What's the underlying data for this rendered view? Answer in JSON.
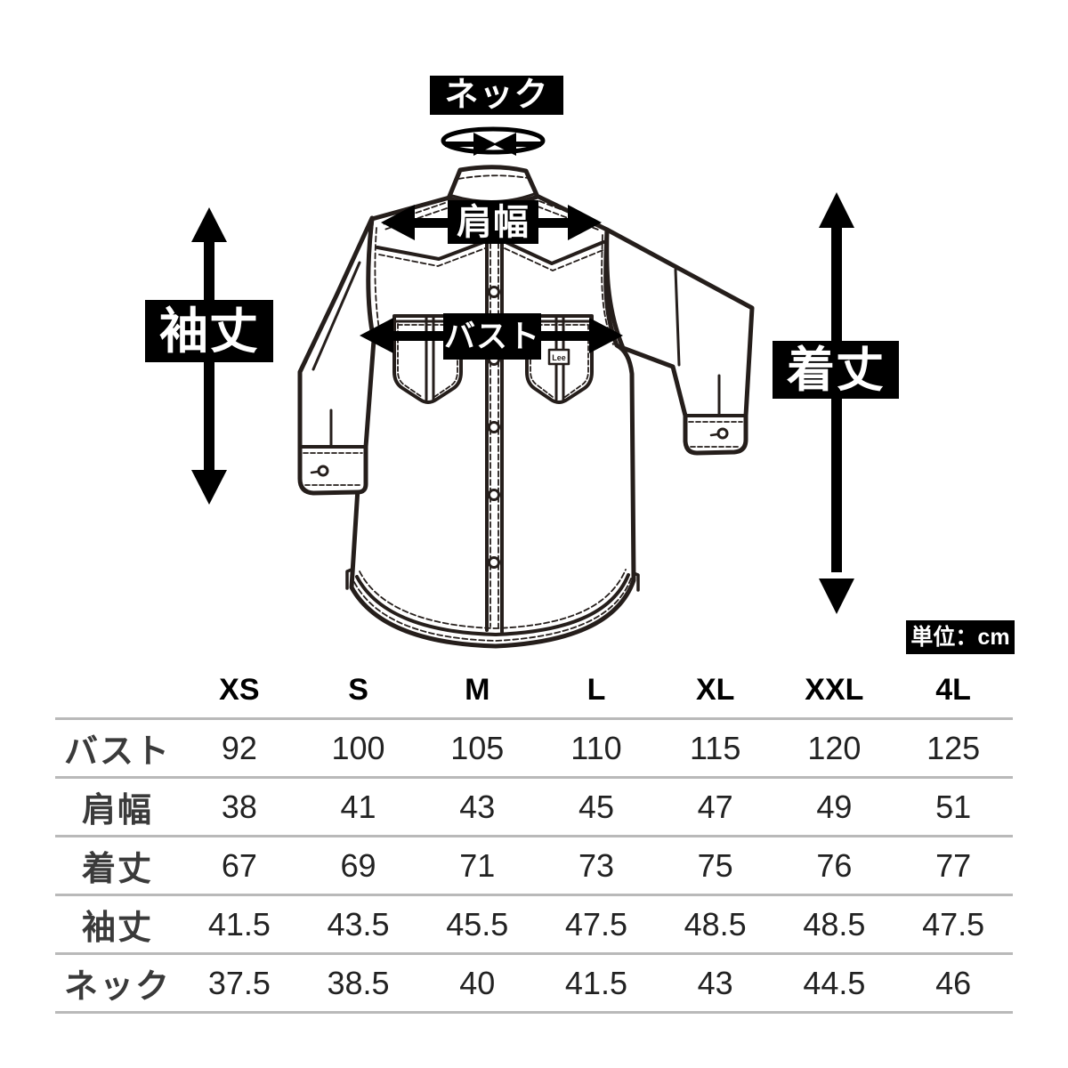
{
  "diagram": {
    "neck_label": "ネック",
    "shoulder_width_label": "肩幅",
    "bust_label": "バスト",
    "sleeve_length_label": "袖丈",
    "body_length_label": "着丈",
    "unit_label": "単位：cm",
    "pocket_tag": "Lee"
  },
  "table": {
    "size_headers": [
      "XS",
      "S",
      "M",
      "L",
      "XL",
      "XXL",
      "4L"
    ],
    "rows": [
      {
        "label": "バスト",
        "values": [
          "92",
          "100",
          "105",
          "110",
          "115",
          "120",
          "125"
        ]
      },
      {
        "label": "肩幅",
        "values": [
          "38",
          "41",
          "43",
          "45",
          "47",
          "49",
          "51"
        ]
      },
      {
        "label": "着丈",
        "values": [
          "67",
          "69",
          "71",
          "73",
          "75",
          "76",
          "77"
        ]
      },
      {
        "label": "袖丈",
        "values": [
          "41.5",
          "43.5",
          "45.5",
          "47.5",
          "48.5",
          "48.5",
          "47.5"
        ]
      },
      {
        "label": "ネック",
        "values": [
          "37.5",
          "38.5",
          "40",
          "41.5",
          "43",
          "44.5",
          "46"
        ]
      }
    ]
  },
  "colors": {
    "label_bg": "#000000",
    "label_text": "#ffffff",
    "line_art": "#251e1b",
    "table_rule": "#b9b9b9"
  }
}
